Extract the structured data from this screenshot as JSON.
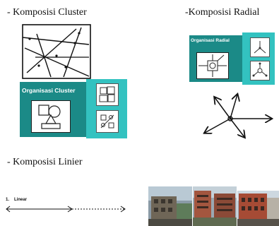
{
  "headings": {
    "cluster": "- Komposisi Cluster",
    "radial": "-Komposisi Radial",
    "linier": "- Komposisi Linier"
  },
  "cards": {
    "cluster_title": "Organisasi Cluster",
    "radial_title": "Organisasi Radial"
  },
  "linear": {
    "number": "1.",
    "label": "Linear"
  },
  "colors": {
    "teal_dark": "#1b8a87",
    "teal_light": "#33c2c0"
  }
}
